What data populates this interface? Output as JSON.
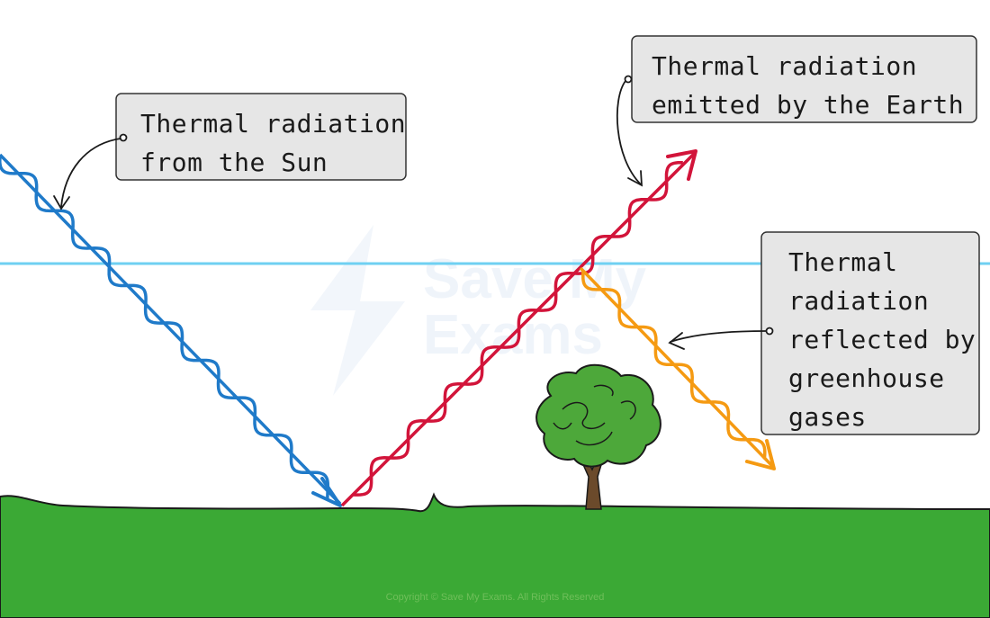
{
  "labels": {
    "sun": [
      "Thermal radiation",
      "from the Sun"
    ],
    "earth": [
      "Thermal radiation",
      "emitted by the Earth"
    ],
    "greenhouse": [
      "Thermal",
      "radiation",
      "reflected by",
      "greenhouse",
      "gases"
    ]
  },
  "watermark": [
    "Save My",
    "Exams"
  ],
  "copyright": "Copyright © Save My Exams. All Rights Reserved",
  "colors": {
    "sun_ray": "#1f7ac9",
    "earth_ray": "#d2143a",
    "reflected_ray": "#f59a12",
    "atmosphere_line": "#6fd0f2",
    "ground": "#3ba935",
    "tree_foliage": "#4da83a",
    "tree_trunk": "#6b4a2b",
    "box_fill": "#e6e6e6",
    "box_border": "#333333"
  }
}
